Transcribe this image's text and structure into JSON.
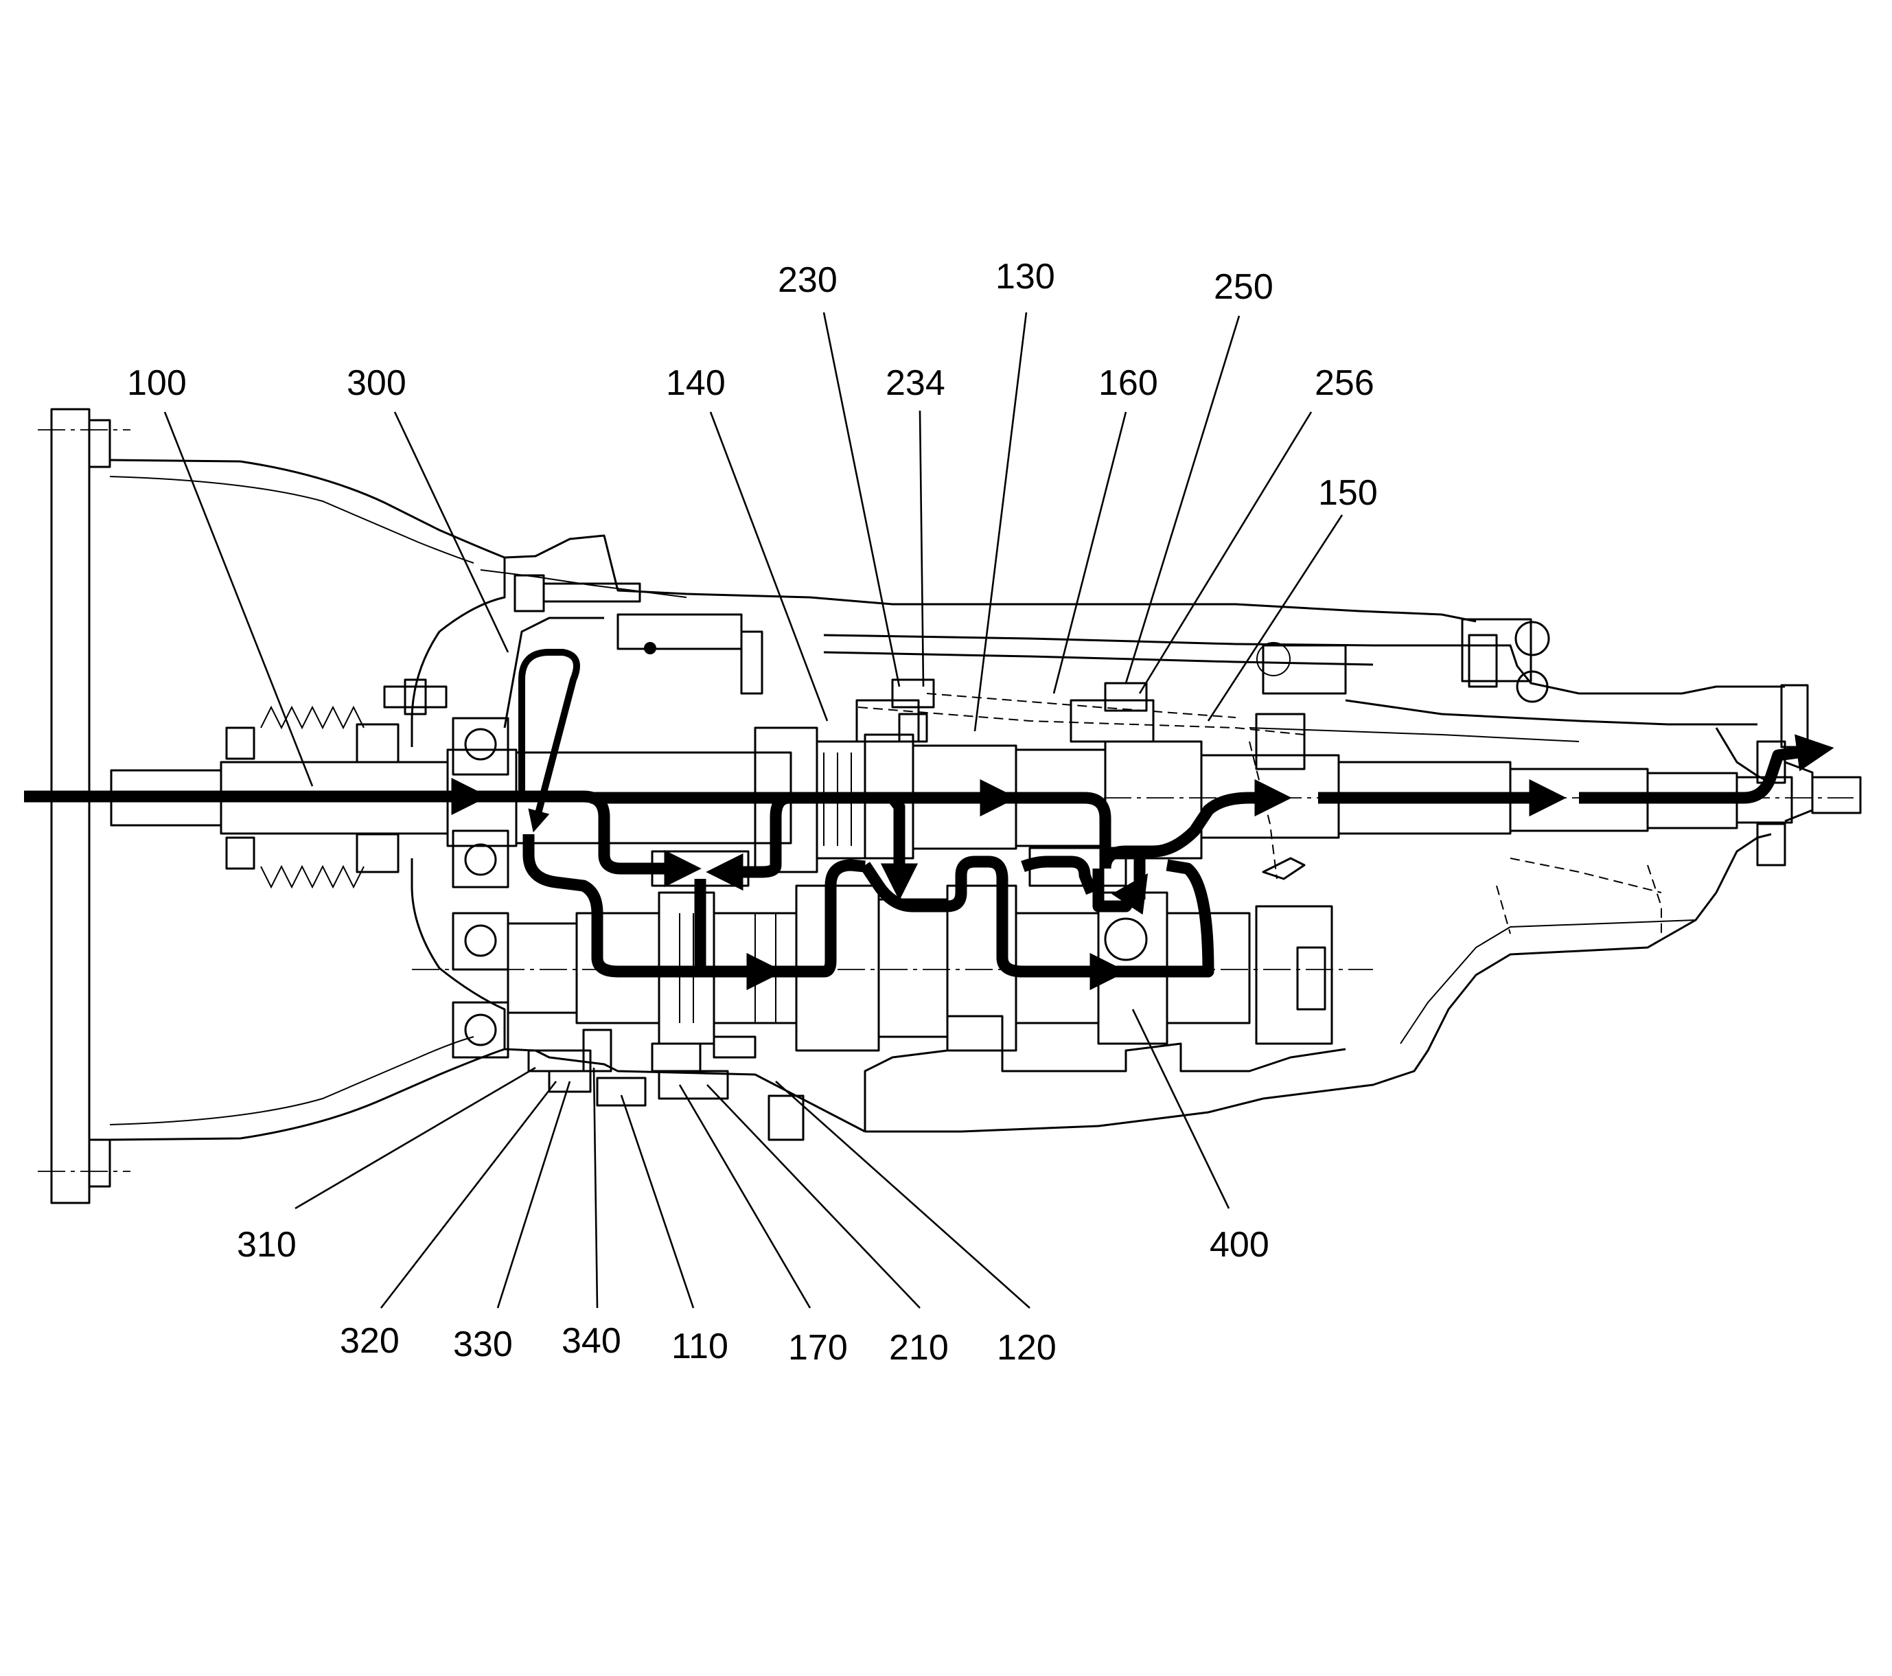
{
  "colors": {
    "line": "#000000",
    "background": "#ffffff"
  },
  "diagram": {
    "type": "transmission-power-flow-cross-section",
    "reference_labels": {
      "l100": "100",
      "l300": "300",
      "l140": "140",
      "l230": "230",
      "l234": "234",
      "l130": "130",
      "l160": "160",
      "l250": "250",
      "l256": "256",
      "l150": "150",
      "l310": "310",
      "l320": "320",
      "l330": "330",
      "l340": "340",
      "l110": "110",
      "l170": "170",
      "l210": "210",
      "l120": "120",
      "l400": "400"
    }
  }
}
